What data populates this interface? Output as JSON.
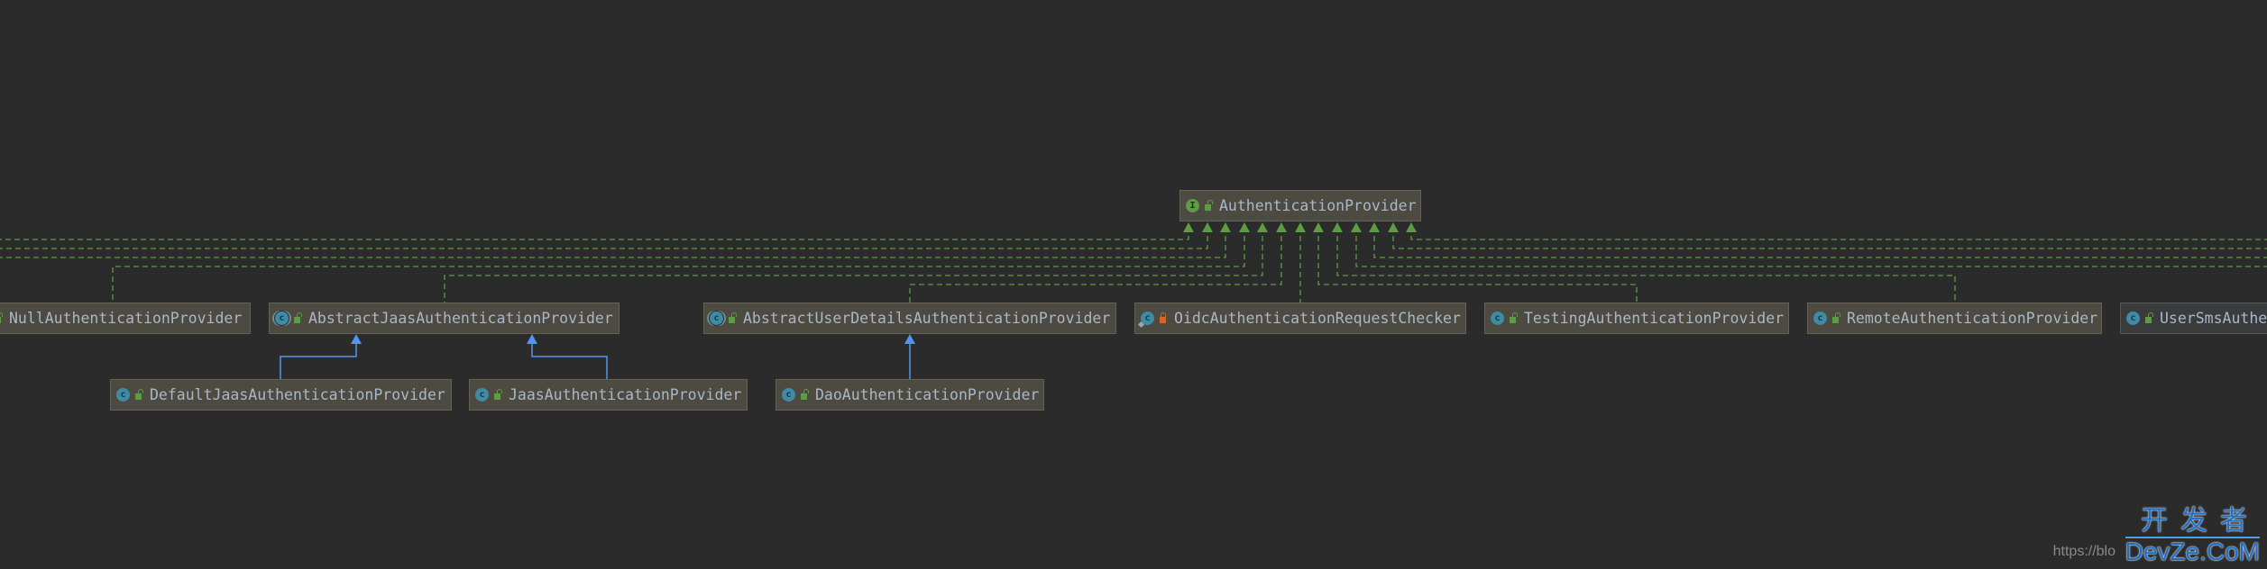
{
  "diagram": {
    "root": {
      "name": "AuthenticationProvider",
      "kind": "interface",
      "access": "public"
    },
    "implementations": [
      {
        "name": "NullAuthenticationProvider",
        "kind": "class",
        "access": "public"
      },
      {
        "name": "AbstractJaasAuthenticationProvider",
        "kind": "abstract-class",
        "access": "public"
      },
      {
        "name": "AbstractUserDetailsAuthenticationProvider",
        "kind": "abstract-class",
        "access": "public"
      },
      {
        "name": "OidcAuthenticationRequestChecker",
        "kind": "class",
        "access": "package-private"
      },
      {
        "name": "TestingAuthenticationProvider",
        "kind": "class",
        "access": "public"
      },
      {
        "name": "RemoteAuthenticationProvider",
        "kind": "class",
        "access": "public"
      },
      {
        "name": "UserSmsAuthe",
        "kind": "class",
        "access": "public"
      }
    ],
    "subclasses": [
      {
        "name": "DefaultJaasAuthenticationProvider",
        "parent": "AbstractJaasAuthenticationProvider",
        "kind": "class"
      },
      {
        "name": "JaasAuthenticationProvider",
        "parent": "AbstractJaasAuthenticationProvider",
        "kind": "class"
      },
      {
        "name": "DaoAuthenticationProvider",
        "parent": "AbstractUserDetailsAuthenticationProvider",
        "kind": "class"
      }
    ],
    "colors": {
      "background": "#2b2b2b",
      "node_bg": "#4d4a41",
      "node_text": "#a9b7c6",
      "implements_edge": "#5e9b45",
      "extends_edge": "#5394ec",
      "interface_icon": "#5e9b45",
      "class_icon": "#3e8ba5",
      "private_lock": "#d1652a"
    }
  },
  "watermark": {
    "cn": "开发者",
    "en": "DevZe.CoM",
    "url": "https://blo"
  }
}
